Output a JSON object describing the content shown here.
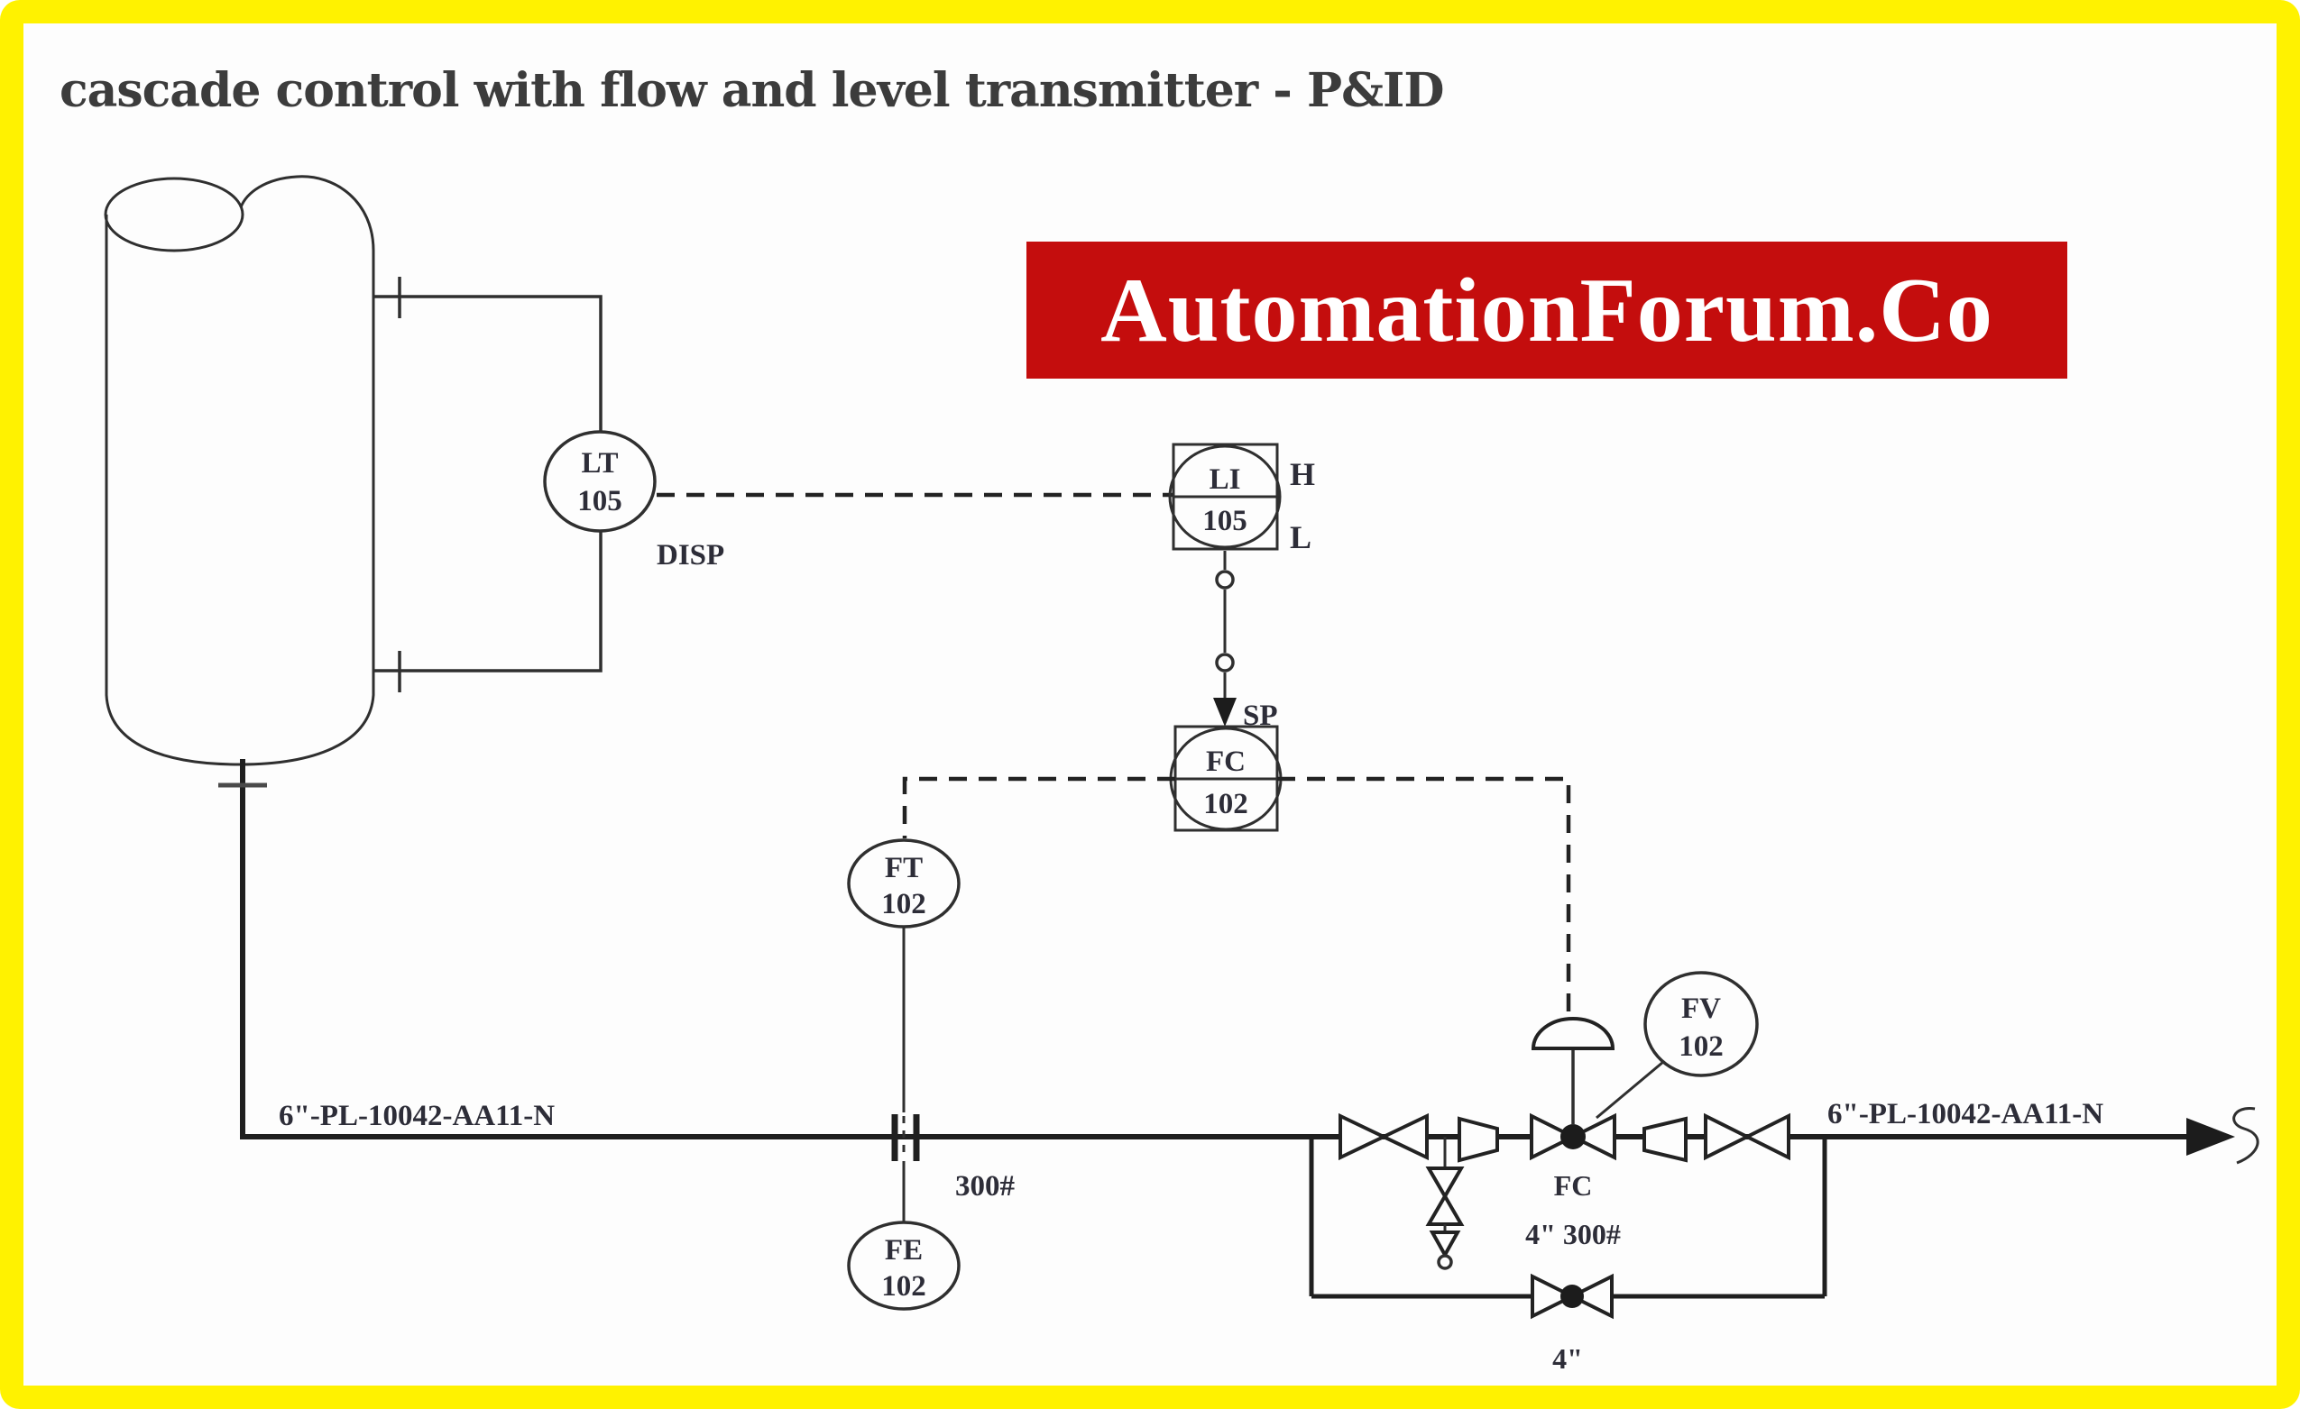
{
  "page": {
    "title": "cascade control with flow and level transmitter - P&ID"
  },
  "banner": {
    "text": "AutomationForum.Co",
    "bg_color": "#c40d0d",
    "text_color": "#ffffff"
  },
  "frame": {
    "border_color": "#fff200",
    "line_color": "#2f2f2f",
    "text_color": "#2d2d38"
  },
  "instruments": {
    "level_transmitter": {
      "line1": "LT",
      "line2": "105"
    },
    "level_indicator": {
      "line1": "LI",
      "line2": "105",
      "high": "H",
      "low": "L"
    },
    "flow_controller": {
      "line1": "FC",
      "line2": "102",
      "setpoint": "SP"
    },
    "flow_transmitter": {
      "line1": "FT",
      "line2": "102"
    },
    "flow_element": {
      "line1": "FE",
      "line2": "102"
    },
    "flow_valve": {
      "line1": "FV",
      "line2": "102"
    }
  },
  "labels": {
    "disp": "DISP",
    "pipeline_left": "6\"-PL-10042-AA11-N",
    "pipeline_right": "6\"-PL-10042-AA11-N",
    "orifice_rating": "300#",
    "control_valve_action": "FC",
    "control_valve_size": "4\" 300#",
    "bypass_size": "4\""
  }
}
